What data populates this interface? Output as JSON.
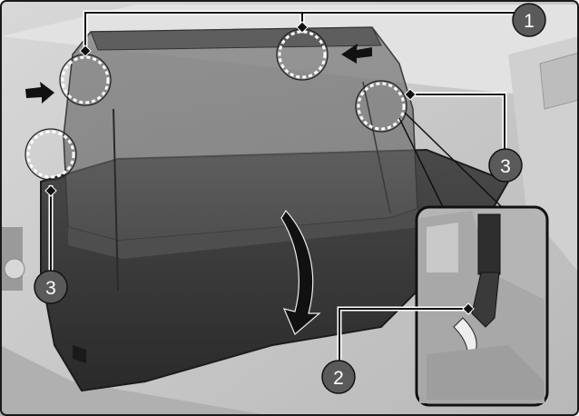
{
  "figure": {
    "callouts": [
      {
        "label": "1"
      },
      {
        "label": "2"
      },
      {
        "label": "3"
      },
      {
        "label": "3"
      }
    ]
  },
  "colors": {
    "frame": "#1a1a1a",
    "background": "#c9c9c9",
    "callout_fill": "#5a5a5a",
    "panel": "#3a3a3a"
  }
}
